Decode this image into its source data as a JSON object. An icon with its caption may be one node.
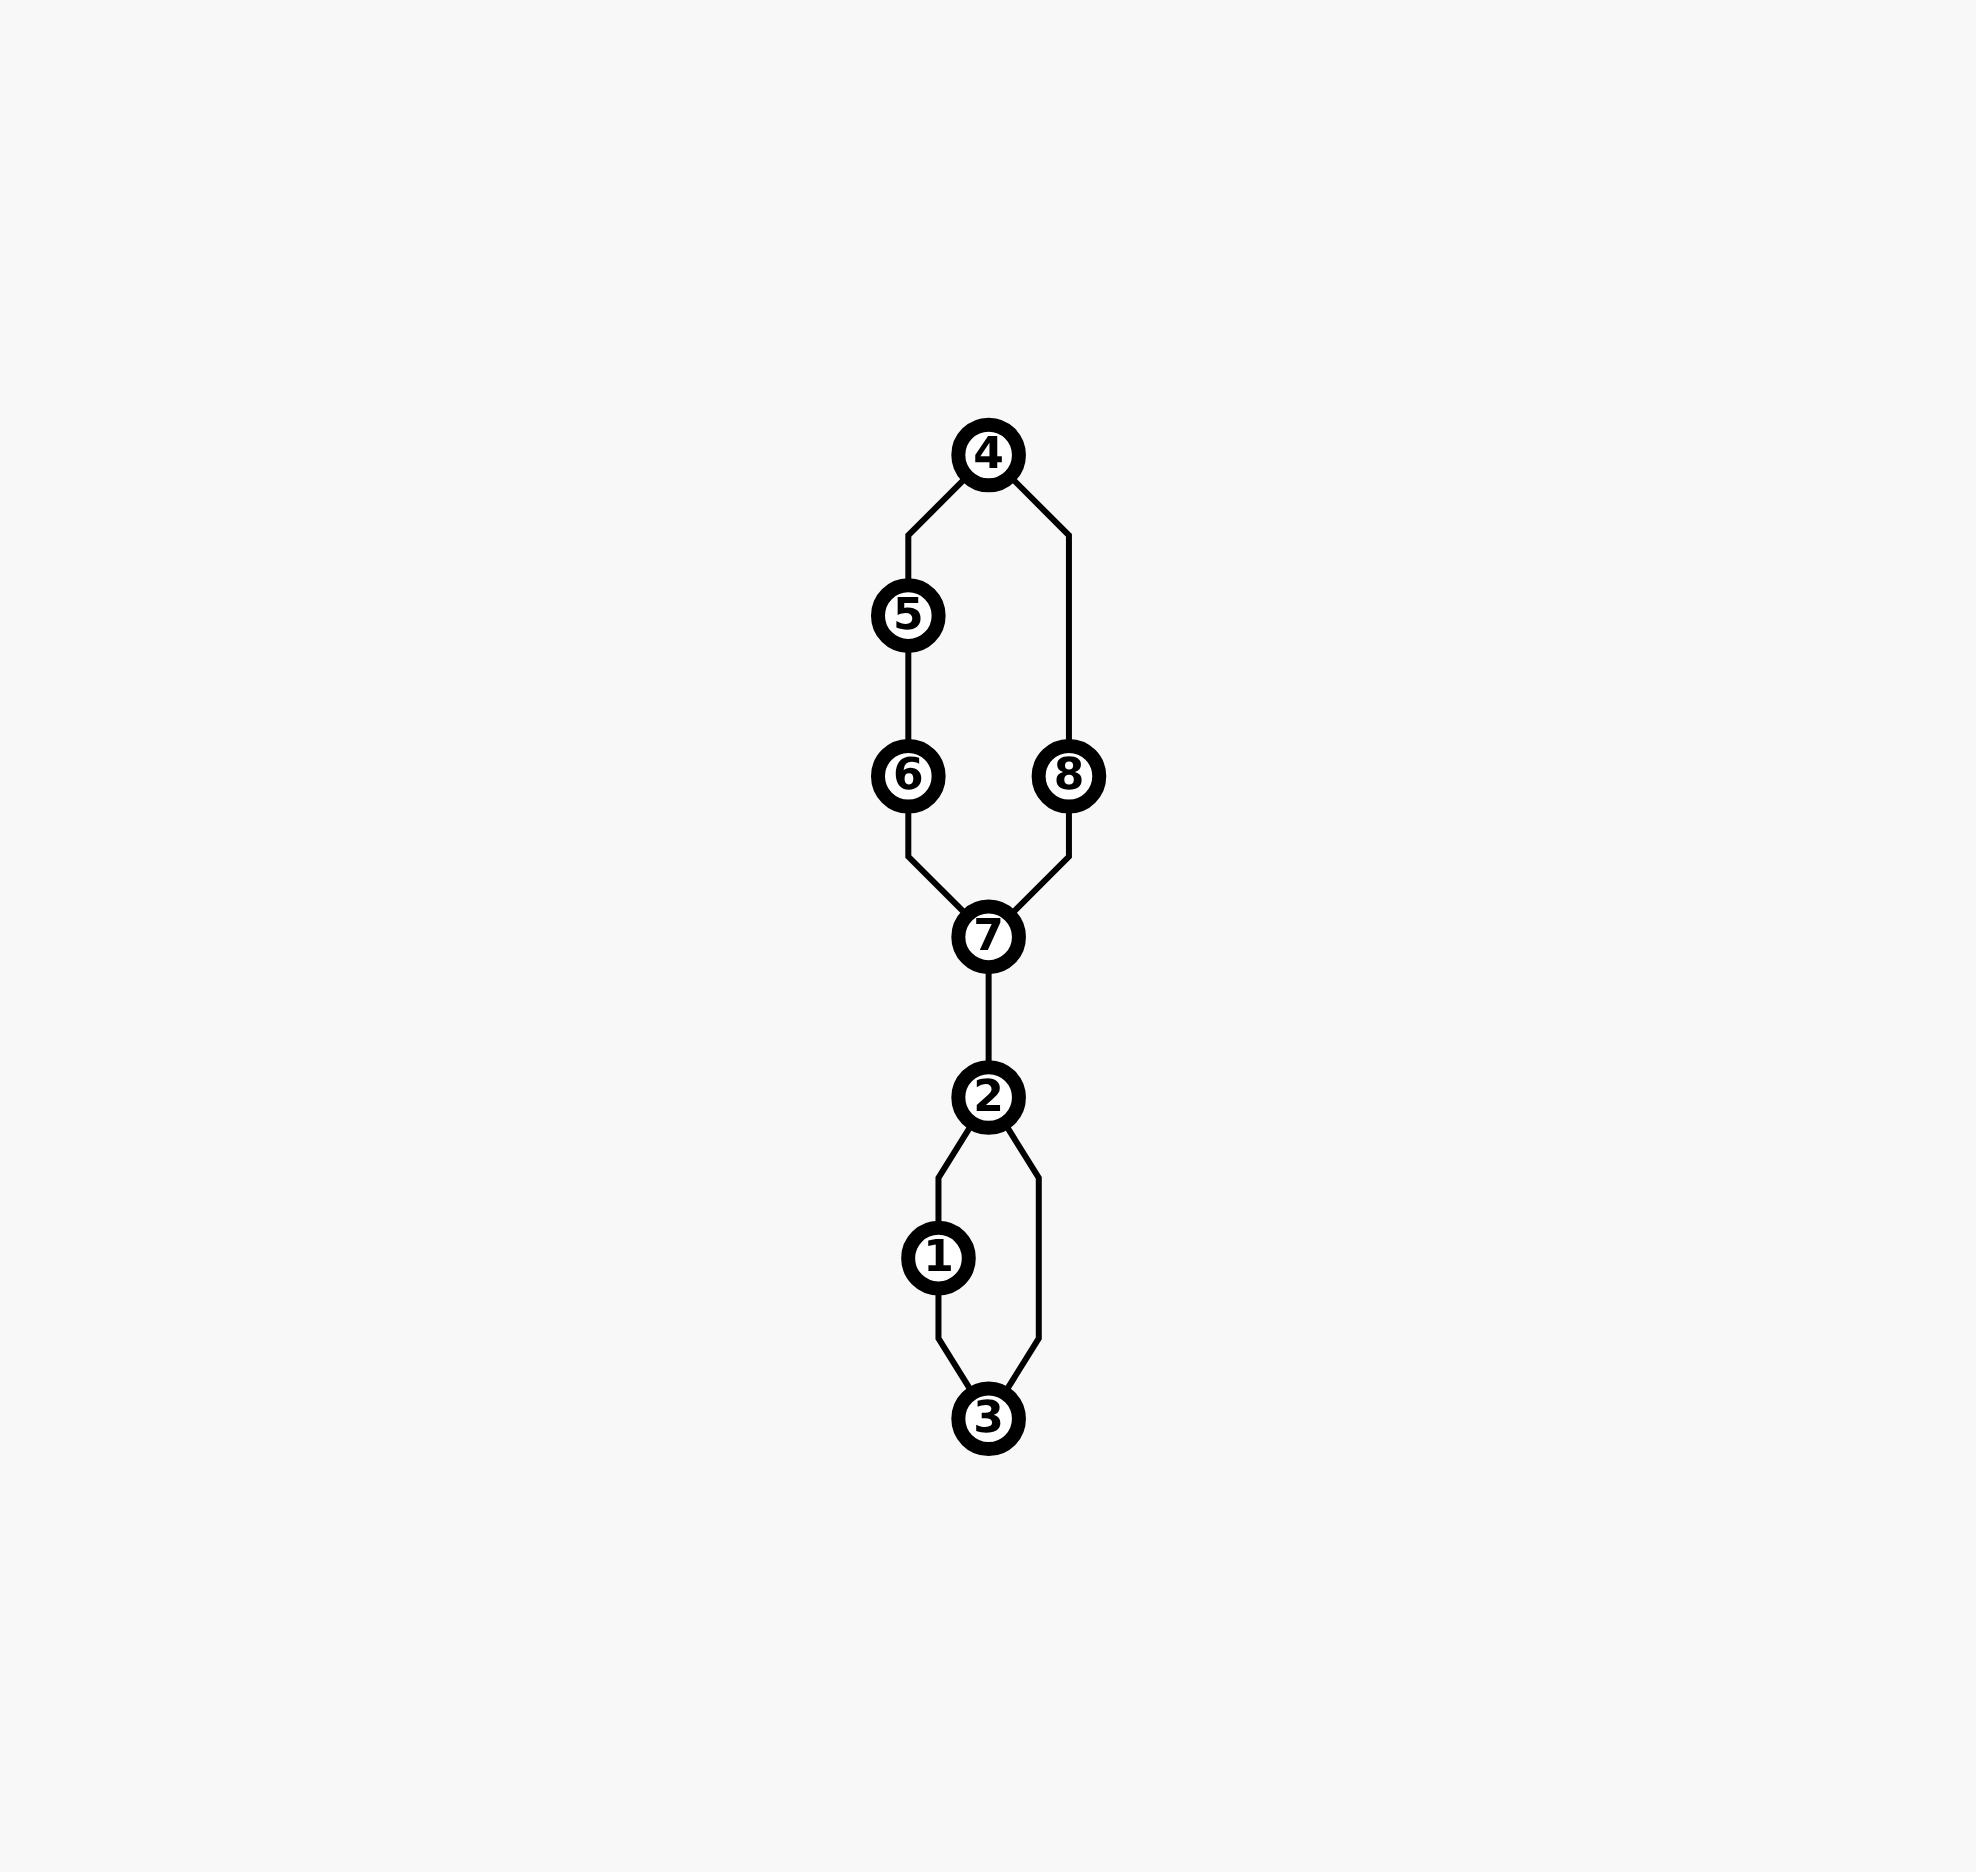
{
  "diagram": {
    "nodes": [
      {
        "text": [
          "5"
        ]
      },
      {
        "text": [
          "4"
        ]
      },
      {
        "text": [
          "6"
        ]
      },
      {
        "text": [
          "1"
        ]
      },
      {
        "text": [
          "8"
        ]
      },
      {
        "text": [
          "7"
        ]
      },
      {
        "text": [
          "2"
        ]
      },
      {
        "text": [
          "3"
        ]
      }
    ],
    "edges": [
      {
        "from": 1,
        "to": 0,
        "arrow": "none"
      },
      {
        "from": 0,
        "to": 2,
        "arrow": "none"
      },
      {
        "from": 1,
        "to": 4,
        "arrow": "none"
      },
      {
        "from": 2,
        "to": 5,
        "arrow": "none"
      },
      {
        "from": 4,
        "to": 5,
        "arrow": "none"
      },
      {
        "from": 5,
        "to": 6,
        "arrow": "none"
      },
      {
        "from": 6,
        "to": 3,
        "arrow": "none"
      },
      {
        "from": 3,
        "to": 7,
        "arrow": "none"
      },
      {
        "from": 6,
        "to": 7,
        "arrow": "none"
      }
    ]
  }
}
